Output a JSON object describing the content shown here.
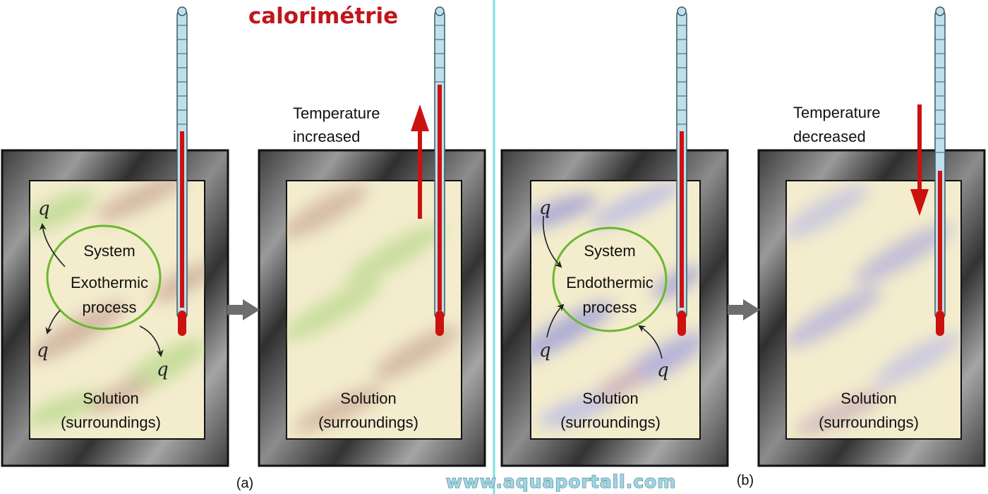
{
  "title": "calorimétrie",
  "watermark": "www.aquaportail.com",
  "panel_a": {
    "label": "(a)",
    "system_line1": "System",
    "system_line2": "Exothermic",
    "system_line3": "process",
    "solution_line1": "Solution",
    "solution_line2": "(surroundings)",
    "result_solution_line1": "Solution",
    "result_solution_line2": "(surroundings)",
    "temp_line1": "Temperature",
    "temp_line2": "increased",
    "q_symbol": "q"
  },
  "panel_b": {
    "label": "(b)",
    "system_line1": "System",
    "system_line2": "Endothermic",
    "system_line3": "process",
    "solution_line1": "Solution",
    "solution_line2": "(surroundings)",
    "result_solution_line1": "Solution",
    "result_solution_line2": "(surroundings)",
    "temp_line1": "Temperature",
    "temp_line2": "decreased",
    "q_symbol": "q"
  },
  "colors": {
    "title_red": "#c0161b",
    "mercury_red": "#cc1111",
    "system_circle_green": "#6ab82e",
    "divider_cyan": "#7fe0e0",
    "solution_cream": "#f3eccd"
  }
}
